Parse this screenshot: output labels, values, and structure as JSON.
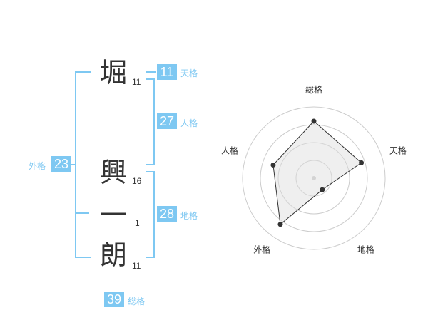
{
  "name": {
    "chars": [
      {
        "char": "堀",
        "strokes": "11"
      },
      {
        "char": "興",
        "strokes": "16"
      },
      {
        "char": "一",
        "strokes": "1"
      },
      {
        "char": "朗",
        "strokes": "11"
      }
    ]
  },
  "kakusu": {
    "tenkaku": {
      "label": "天格",
      "value": "11"
    },
    "jinkaku": {
      "label": "人格",
      "value": "27"
    },
    "chikaku": {
      "label": "地格",
      "value": "28"
    },
    "gaikaku": {
      "label": "外格",
      "value": "23"
    },
    "soukaku": {
      "label": "総格",
      "value": "39"
    }
  },
  "chart_data": {
    "type": "radar",
    "axes": [
      "総格",
      "天格",
      "地格",
      "外格",
      "人格"
    ],
    "values": [
      0.8,
      0.7,
      0.2,
      0.8,
      0.6
    ],
    "range": [
      0,
      1
    ],
    "rings": 4,
    "colors": {
      "fill": "#f0f0f0",
      "line": "#333333",
      "grid": "#cccccc",
      "accent": "#7ec8f2"
    }
  }
}
